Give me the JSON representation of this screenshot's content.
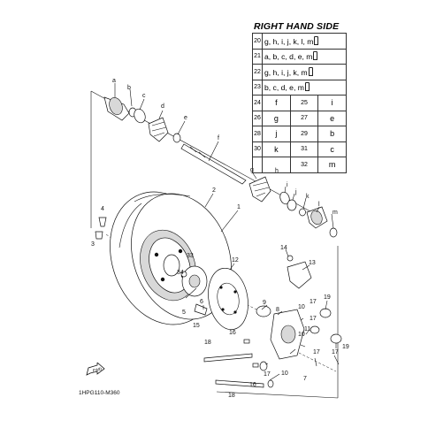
{
  "legend": {
    "title": "RIGHT HAND SIDE",
    "rows": [
      {
        "no": "20",
        "full": "g, h, i, j, k, l, m",
        "bottle": true
      },
      {
        "no": "21",
        "full": "a, b, c, d, e, m",
        "bottle": true
      },
      {
        "no": "22",
        "full": "g, h, i, j, k, m",
        "bottle": true
      },
      {
        "no": "23",
        "full": "b, c, d, e, m",
        "bottle": true
      },
      {
        "no1": "24",
        "val1": "f",
        "no2": "25",
        "val2": "i"
      },
      {
        "no1": "26",
        "val1": "g",
        "no2": "27",
        "val2": "e"
      },
      {
        "no1": "28",
        "val1": "j",
        "no2": "29",
        "val2": "b"
      },
      {
        "no1": "30",
        "val1": "k",
        "no2": "31",
        "val2": "c"
      },
      {
        "no1": "",
        "val1": "",
        "no2": "32",
        "val2": "m"
      }
    ]
  },
  "callouts": {
    "a": "a",
    "b": "b",
    "c": "c",
    "d": "d",
    "e": "e",
    "f": "f",
    "g": "g",
    "h": "h",
    "i": "i",
    "j": "j",
    "k": "k",
    "l": "l",
    "m": "m",
    "n1": "1",
    "n2": "2",
    "n3": "3",
    "n4": "4",
    "n5": "5",
    "n6": "6",
    "n7": "7",
    "n8": "8",
    "n9": "9",
    "n10": "10",
    "n10b": "10",
    "n10c": "10",
    "n11": "11",
    "n12": "12",
    "n13": "13",
    "n14": "14",
    "n15": "15",
    "n16": "16",
    "n16b": "16",
    "n17": "17",
    "n17b": "17",
    "n17c": "17",
    "n17d": "17",
    "n17e": "17",
    "n18": "18",
    "n18b": "18",
    "n19": "19",
    "n19b": "19",
    "n33": "33",
    "n34": "34"
  },
  "diagram_code": "1HPG110-M360",
  "fwd_label": "FWD"
}
